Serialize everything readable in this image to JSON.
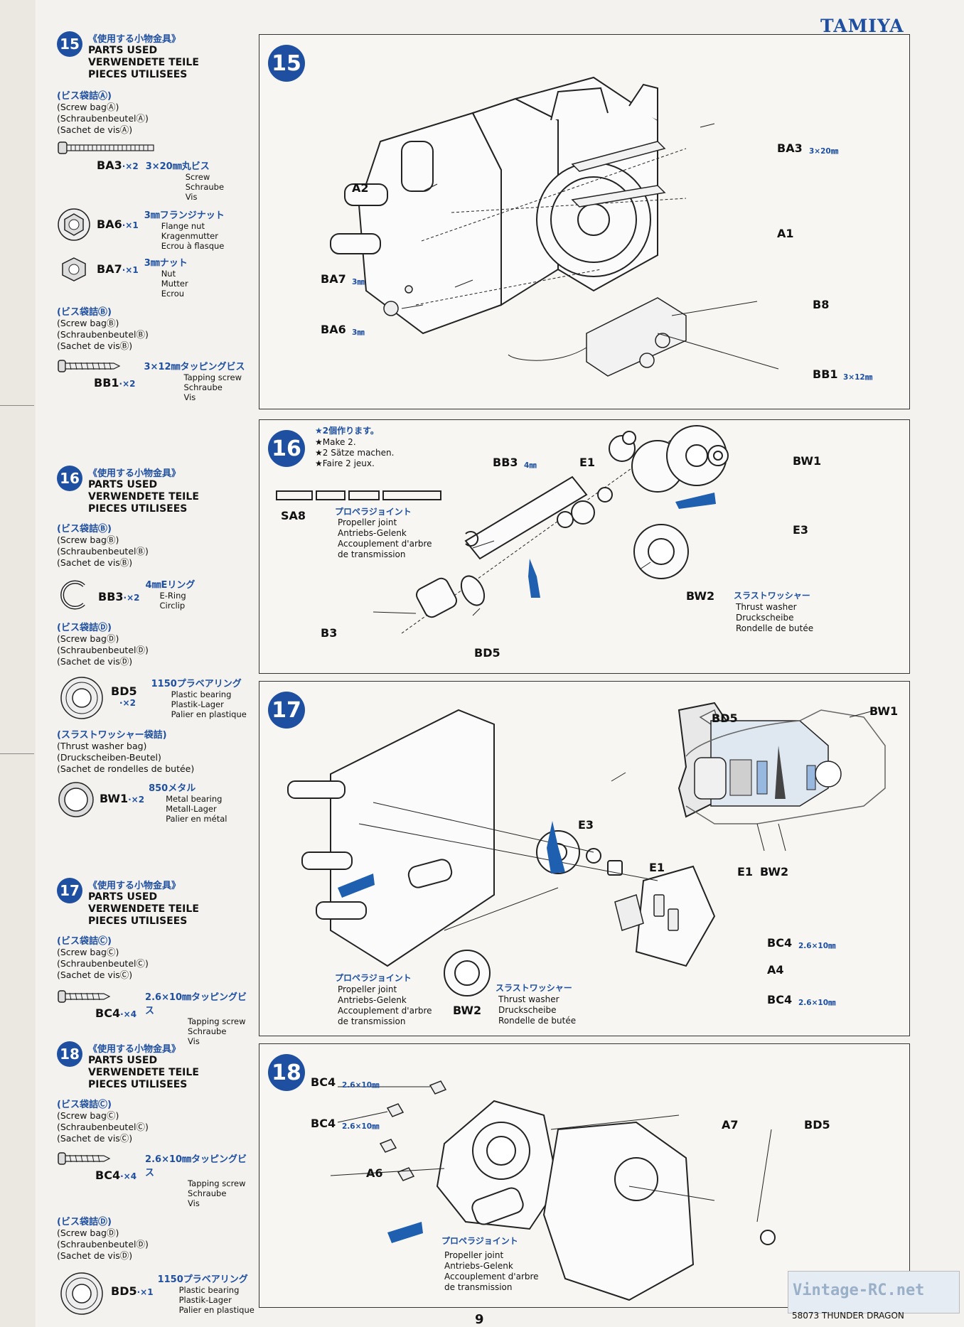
{
  "brand": "TAMIYA",
  "footer": {
    "page": "9",
    "product": "58073 THUNDER DRAGON",
    "watermark": "Vintage-RC.net"
  },
  "parts_header": {
    "jp": "《使用する小物金具》",
    "en": "PARTS USED",
    "de": "VERWENDETE TEILE",
    "fr": "PIECES UTILISEES"
  },
  "sidebar": {
    "s15": {
      "num": "15",
      "bagA": {
        "jp": "(ビス袋詰Ⓐ)",
        "en": "(Screw bagⒶ)",
        "de": "(SchraubenbeutelⒶ)",
        "fr": "(Sachet de visⒶ)"
      },
      "ba3": {
        "code": "BA3",
        "qty": "·×2",
        "size": "3×20㎜丸ビス",
        "en": "Screw",
        "de": "Schraube",
        "fr": "Vis"
      },
      "ba6": {
        "code": "BA6",
        "qty": "·×1",
        "size": "3㎜フランジナット",
        "en": "Flange nut",
        "de": "Kragenmutter",
        "fr": "Ecrou à flasque"
      },
      "ba7": {
        "code": "BA7",
        "qty": "·×1",
        "size": "3㎜ナット",
        "en": "Nut",
        "de": "Mutter",
        "fr": "Ecrou"
      },
      "bagB": {
        "jp": "(ビス袋詰Ⓑ)",
        "en": "(Screw bagⒷ)",
        "de": "(SchraubenbeutelⒷ)",
        "fr": "(Sachet de visⒷ)"
      },
      "bb1": {
        "code": "BB1",
        "qty": "·×2",
        "size": "3×12㎜タッピングビス",
        "en": "Tapping screw",
        "de": "Schraube",
        "fr": "Vis"
      }
    },
    "s16": {
      "num": "16",
      "bagB": {
        "jp": "(ビス袋詰Ⓑ)",
        "en": "(Screw bagⒷ)",
        "de": "(SchraubenbeutelⒷ)",
        "fr": "(Sachet de visⒷ)"
      },
      "bb3": {
        "code": "BB3",
        "qty": "·×2",
        "size": "4㎜Eリング",
        "en": "E-Ring",
        "de": "Circlip"
      },
      "bagD": {
        "jp": "(ビス袋詰Ⓓ)",
        "en": "(Screw bagⒹ)",
        "de": "(SchraubenbeutelⒹ)",
        "fr": "(Sachet de visⒹ)"
      },
      "bd5": {
        "code": "BD5",
        "qty": "·×2",
        "size": "1150プラベアリング",
        "en": "Plastic bearing",
        "de": "Plastik-Lager",
        "fr": "Palier en plastique"
      },
      "bagT": {
        "jp": "(スラストワッシャー袋詰)",
        "en": "(Thrust washer bag)",
        "de": "(Druckscheiben-Beutel)",
        "fr": "(Sachet de rondelles de butée)"
      },
      "bw1": {
        "code": "BW1",
        "qty": "·×2",
        "size": "850メタル",
        "en": "Metal bearing",
        "de": "Metall-Lager",
        "fr": "Palier en métal"
      }
    },
    "s17": {
      "num": "17",
      "bagC": {
        "jp": "(ビス袋詰Ⓒ)",
        "en": "(Screw bagⒸ)",
        "de": "(SchraubenbeutelⒸ)",
        "fr": "(Sachet de visⒸ)"
      },
      "bc4": {
        "code": "BC4",
        "qty": "·×4",
        "size": "2.6×10㎜タッピングビス",
        "en": "Tapping screw",
        "de": "Schraube",
        "fr": "Vis"
      }
    },
    "s18": {
      "num": "18",
      "bagC": {
        "jp": "(ビス袋詰Ⓒ)",
        "en": "(Screw bagⒸ)",
        "de": "(SchraubenbeutelⒸ)",
        "fr": "(Sachet de visⒸ)"
      },
      "bc4": {
        "code": "BC4",
        "qty": "·×4",
        "size": "2.6×10㎜タッピングビス",
        "en": "Tapping screw",
        "de": "Schraube",
        "fr": "Vis"
      },
      "bagD": {
        "jp": "(ビス袋詰Ⓓ)",
        "en": "(Screw bagⒹ)",
        "de": "(SchraubenbeutelⒹ)",
        "fr": "(Sachet de visⒹ)"
      },
      "bd5": {
        "code": "BD5",
        "qty": "·×1",
        "size": "1150プラベアリング",
        "en": "Plastic bearing",
        "de": "Plastik-Lager",
        "fr": "Palier en plastique"
      }
    }
  },
  "panels": {
    "p15": {
      "num": "15",
      "ba3": "BA3",
      "ba3s": "3×20㎜",
      "a2": "A2",
      "a1": "A1",
      "b8": "B8",
      "ba7": "BA7",
      "ba7s": "3㎜",
      "ba6": "BA6",
      "ba6s": "3㎜",
      "bb1": "BB1",
      "bb1s": "3×12㎜"
    },
    "p16": {
      "num": "16",
      "make": {
        "jp": "★2個作ります。",
        "en": "★Make 2.",
        "de": "★2 Sätze machen.",
        "fr": "★Faire 2 jeux."
      },
      "sa8": "SA8",
      "sa8jp": "プロペラジョイント",
      "sa8en": "Propeller joint",
      "sa8de": "Antriebs-Gelenk",
      "sa8fr1": "Accouplement d'arbre",
      "sa8fr2": "de transmission",
      "bb3": "BB3",
      "bb3s": "4㎜",
      "e1": "E1",
      "bw1": "BW1",
      "e3": "E3",
      "bw2": "BW2",
      "tw_jp": "スラストワッシャー",
      "tw_en": "Thrust washer",
      "tw_de": "Druckscheibe",
      "tw_fr": "Rondelle de butée",
      "b3": "B3",
      "bd5": "BD5"
    },
    "p17": {
      "num": "17",
      "bd5": "BD5",
      "bw1": "BW1",
      "e1": "E1",
      "bw2": "BW2",
      "e3": "E3",
      "e1b": "E1",
      "bc4": "BC4",
      "bc4s": "2.6×10㎜",
      "a4": "A4",
      "bc4b": "BC4",
      "bc4bs": "2.6×10㎜",
      "pj_jp": "プロペラジョイント",
      "pj_en": "Propeller joint",
      "pj_de": "Antriebs-Gelenk",
      "pj_fr1": "Accouplement d'arbre",
      "pj_fr2": "de transmission",
      "bw2b": "BW2",
      "tw_jp": "スラストワッシャー",
      "tw_en": "Thrust washer",
      "tw_de": "Druckscheibe",
      "tw_fr": "Rondelle de butée"
    },
    "p18": {
      "num": "18",
      "bc4": "BC4",
      "bc4s": "2.6×10㎜",
      "bc4b": "BC4",
      "bc4bs": "2.6×10㎜",
      "a7": "A7",
      "bd5": "BD5",
      "a6": "A6",
      "pj_jp": "プロペラジョイント",
      "pj_en": "Propeller joint",
      "pj_de": "Antriebs-Gelenk",
      "pj_fr1": "Accouplement d'arbre",
      "pj_fr2": "de transmission"
    }
  }
}
